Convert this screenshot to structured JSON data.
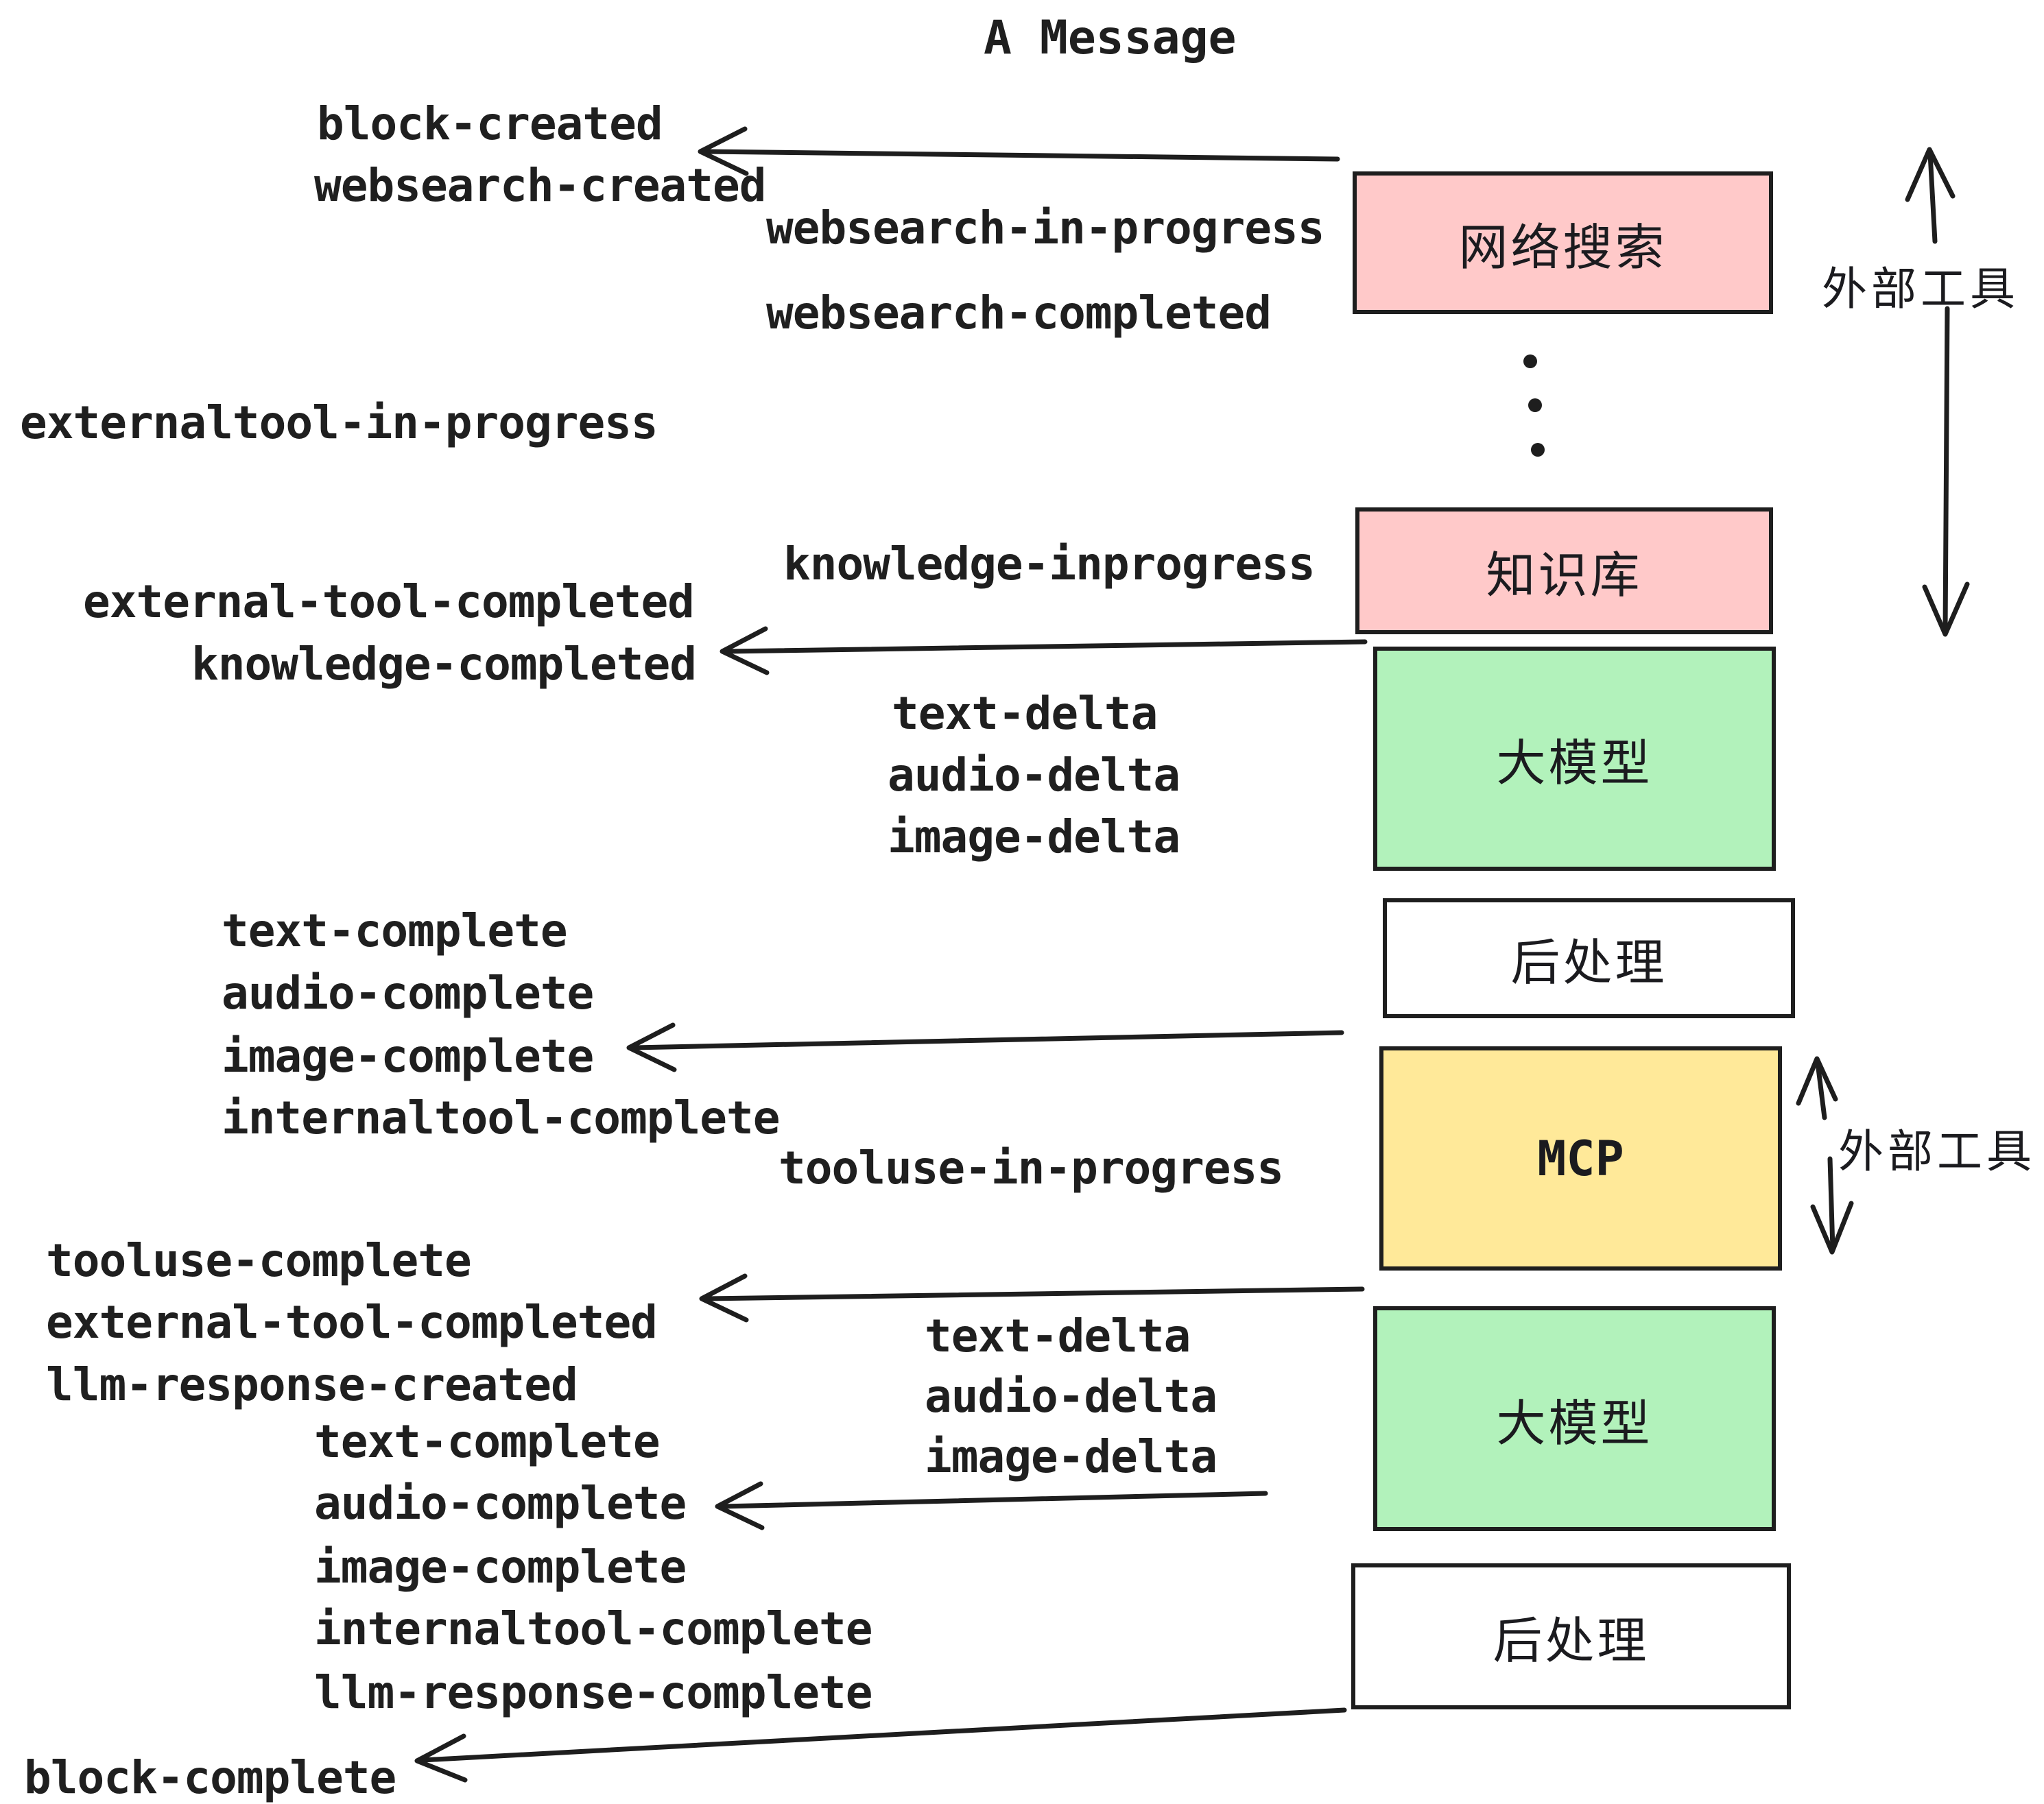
{
  "title": "A Message",
  "colors": {
    "pink": "#ffc9c9",
    "green": "#b2f2bb",
    "yellow": "#ffe999",
    "white": "#ffffff",
    "stroke": "#1e1e1e"
  },
  "boxes": {
    "websearch": {
      "label": "网络搜索"
    },
    "knowledge": {
      "label": "知识库"
    },
    "llm_1": {
      "label": "大模型"
    },
    "post_1": {
      "label": "后处理"
    },
    "mcp": {
      "label": "MCP"
    },
    "llm_2": {
      "label": "大模型"
    },
    "post_2": {
      "label": "后处理"
    }
  },
  "side_labels": {
    "external_tools_top": "外部工具",
    "external_tools_mcp": "外部工具"
  },
  "events": {
    "block_created": "block-created",
    "websearch_created": "websearch-created",
    "websearch_in_progress": "websearch-in-progress",
    "websearch_completed": "websearch-completed",
    "externaltool_in_progress": "externaltool-in-progress",
    "knowledge_inprogress": "knowledge-inprogress",
    "external_tool_completed_1": "external-tool-completed",
    "knowledge_completed": "knowledge-completed",
    "text_delta_1": "text-delta",
    "audio_delta_1": "audio-delta",
    "image_delta_1": "image-delta",
    "text_complete_1": "text-complete",
    "audio_complete_1": "audio-complete",
    "image_complete_1": "image-complete",
    "internaltool_complete_1": "internaltool-complete",
    "tooluse_in_progress": "tooluse-in-progress",
    "tooluse_complete": "tooluse-complete",
    "external_tool_completed_2": "external-tool-completed",
    "llm_response_created": "llm-response-created",
    "text_delta_2": "text-delta",
    "audio_delta_2": "audio-delta",
    "image_delta_2": "image-delta",
    "text_complete_2": "text-complete",
    "audio_complete_2": "audio-complete",
    "image_complete_2": "image-complete",
    "internaltool_complete_2": "internaltool-complete",
    "llm_response_complete": "llm-response-complete",
    "block_complete": "block-complete"
  }
}
